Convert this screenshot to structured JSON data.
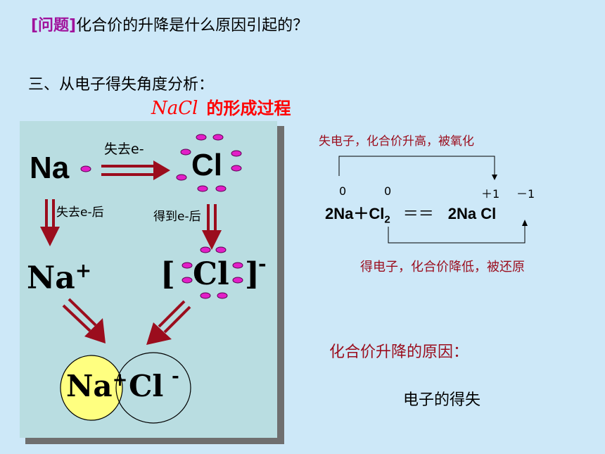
{
  "question": {
    "tag": "[问题]",
    "text": "化合价的升降是什么原因引起的？"
  },
  "section_title": "三、从电子得失角度分析：",
  "subtitle": {
    "formula": "NaCl",
    "text": "的形成过程"
  },
  "diagram": {
    "na_atom": "Na",
    "cl_atom": "Cl",
    "lose_label": "失去e-",
    "after_lose_label": "失去e-后",
    "after_gain_label": "得到e-后",
    "na_ion": "Na",
    "na_ion_charge": "+",
    "cl_ion_left_bracket": "[",
    "cl_ion": "Cl",
    "cl_ion_right_bracket": "]",
    "cl_ion_charge": "-",
    "product_na": "Na",
    "product_na_charge": "+",
    "product_cl": "Cl",
    "product_cl_charge": "-"
  },
  "equation": {
    "top_note": "失电子，化合价升高，被氧化",
    "bottom_note": "得电子，化合价降低，被还原",
    "ox_na_left": "0",
    "ox_cl_left": "0",
    "ox_na_right": "＋1",
    "ox_cl_right": "－1",
    "left_part": "2Na＋Cl",
    "subscript": "2",
    "equals": "＝＝",
    "right_part": "2Na Cl"
  },
  "reason_title": "化合价升降的原因：",
  "reason_answer": "电子的得失",
  "colors": {
    "background": "#cde8f8",
    "panel": "#b9dde1",
    "arrow_red": "#9b0d1d",
    "electron_dot": "#e21fc7",
    "na_circle_fill": "#ffff80",
    "title_purple": "#a0129c",
    "subtitle_red": "#ff0000"
  }
}
